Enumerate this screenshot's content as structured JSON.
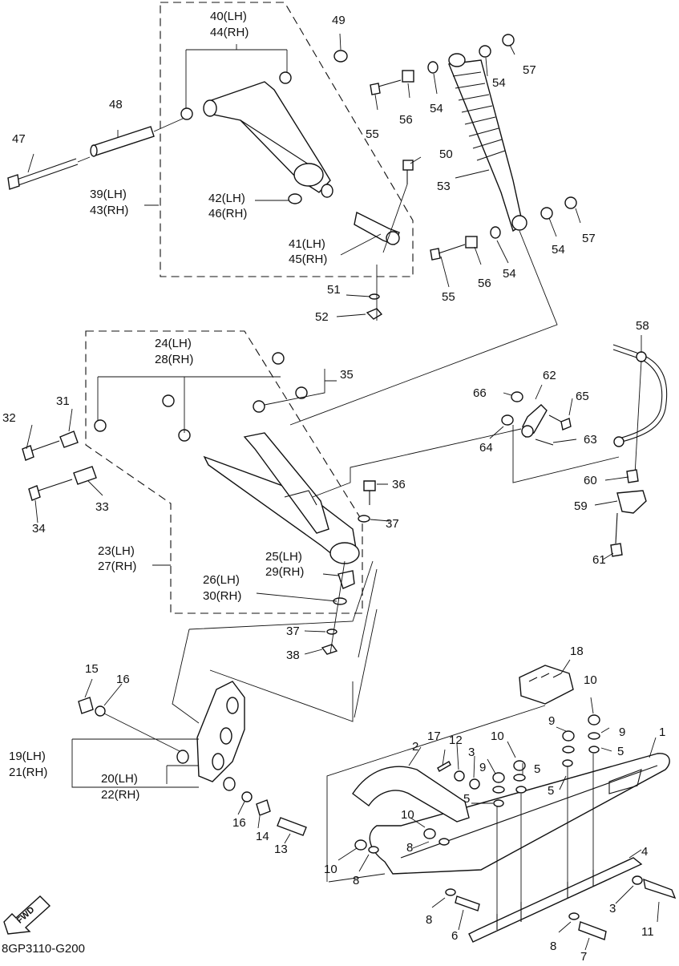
{
  "diagram_code": "8GP3110-G200",
  "fwd_label": "FWD",
  "parts": [
    {
      "id": "p40",
      "text": "40(LH)"
    },
    {
      "id": "p44",
      "text": "44(RH)"
    },
    {
      "id": "p49",
      "text": "49"
    },
    {
      "id": "p57a",
      "text": "57"
    },
    {
      "id": "p54a",
      "text": "54"
    },
    {
      "id": "p54b",
      "text": "54"
    },
    {
      "id": "p56a",
      "text": "56"
    },
    {
      "id": "p55a",
      "text": "55"
    },
    {
      "id": "p48",
      "text": "48"
    },
    {
      "id": "p47",
      "text": "47"
    },
    {
      "id": "p50",
      "text": "50"
    },
    {
      "id": "p53",
      "text": "53"
    },
    {
      "id": "p39",
      "text": "39(LH)"
    },
    {
      "id": "p43",
      "text": "43(RH)"
    },
    {
      "id": "p42",
      "text": "42(LH)"
    },
    {
      "id": "p46",
      "text": "46(RH)"
    },
    {
      "id": "p41",
      "text": "41(LH)"
    },
    {
      "id": "p45",
      "text": "45(RH)"
    },
    {
      "id": "p54c",
      "text": "54"
    },
    {
      "id": "p57b",
      "text": "57"
    },
    {
      "id": "p54d",
      "text": "54"
    },
    {
      "id": "p56b",
      "text": "56"
    },
    {
      "id": "p55b",
      "text": "55"
    },
    {
      "id": "p51",
      "text": "51"
    },
    {
      "id": "p52",
      "text": "52"
    },
    {
      "id": "p58",
      "text": "58"
    },
    {
      "id": "p24",
      "text": "24(LH)"
    },
    {
      "id": "p28",
      "text": "28(RH)"
    },
    {
      "id": "p35",
      "text": "35"
    },
    {
      "id": "p62",
      "text": "62"
    },
    {
      "id": "p66",
      "text": "66"
    },
    {
      "id": "p65",
      "text": "65"
    },
    {
      "id": "p31",
      "text": "31"
    },
    {
      "id": "p32",
      "text": "32"
    },
    {
      "id": "p64",
      "text": "64"
    },
    {
      "id": "p63",
      "text": "63"
    },
    {
      "id": "p33",
      "text": "33"
    },
    {
      "id": "p34",
      "text": "34"
    },
    {
      "id": "p36",
      "text": "36"
    },
    {
      "id": "p60",
      "text": "60"
    },
    {
      "id": "p59",
      "text": "59"
    },
    {
      "id": "p37a",
      "text": "37"
    },
    {
      "id": "p61",
      "text": "61"
    },
    {
      "id": "p23",
      "text": "23(LH)"
    },
    {
      "id": "p27",
      "text": "27(RH)"
    },
    {
      "id": "p25",
      "text": "25(LH)"
    },
    {
      "id": "p29",
      "text": "29(RH)"
    },
    {
      "id": "p26",
      "text": "26(LH)"
    },
    {
      "id": "p30",
      "text": "30(RH)"
    },
    {
      "id": "p37b",
      "text": "37"
    },
    {
      "id": "p38",
      "text": "38"
    },
    {
      "id": "p18",
      "text": "18"
    },
    {
      "id": "p15",
      "text": "15"
    },
    {
      "id": "p16a",
      "text": "16"
    },
    {
      "id": "p10a",
      "text": "10"
    },
    {
      "id": "p9a",
      "text": "9"
    },
    {
      "id": "p9b",
      "text": "9"
    },
    {
      "id": "p1",
      "text": "1"
    },
    {
      "id": "p17",
      "text": "17"
    },
    {
      "id": "p12",
      "text": "12"
    },
    {
      "id": "p3a",
      "text": "3"
    },
    {
      "id": "p10b",
      "text": "10"
    },
    {
      "id": "p9c",
      "text": "9"
    },
    {
      "id": "p5a",
      "text": "5"
    },
    {
      "id": "p2",
      "text": "2"
    },
    {
      "id": "p5b",
      "text": "5"
    },
    {
      "id": "p19",
      "text": "19(LH)"
    },
    {
      "id": "p21",
      "text": "21(RH)"
    },
    {
      "id": "p20",
      "text": "20(LH)"
    },
    {
      "id": "p22",
      "text": "22(RH)"
    },
    {
      "id": "p5c",
      "text": "5"
    },
    {
      "id": "p5d",
      "text": "5"
    },
    {
      "id": "p16b",
      "text": "16"
    },
    {
      "id": "p10c",
      "text": "10"
    },
    {
      "id": "p14",
      "text": "14"
    },
    {
      "id": "p8a",
      "text": "8"
    },
    {
      "id": "p4",
      "text": "4"
    },
    {
      "id": "p13",
      "text": "13"
    },
    {
      "id": "p10d",
      "text": "10"
    },
    {
      "id": "p8b",
      "text": "8"
    },
    {
      "id": "p3b",
      "text": "3"
    },
    {
      "id": "p11",
      "text": "11"
    },
    {
      "id": "p8c",
      "text": "8"
    },
    {
      "id": "p6",
      "text": "6"
    },
    {
      "id": "p8d",
      "text": "8"
    },
    {
      "id": "p7",
      "text": "7"
    }
  ]
}
